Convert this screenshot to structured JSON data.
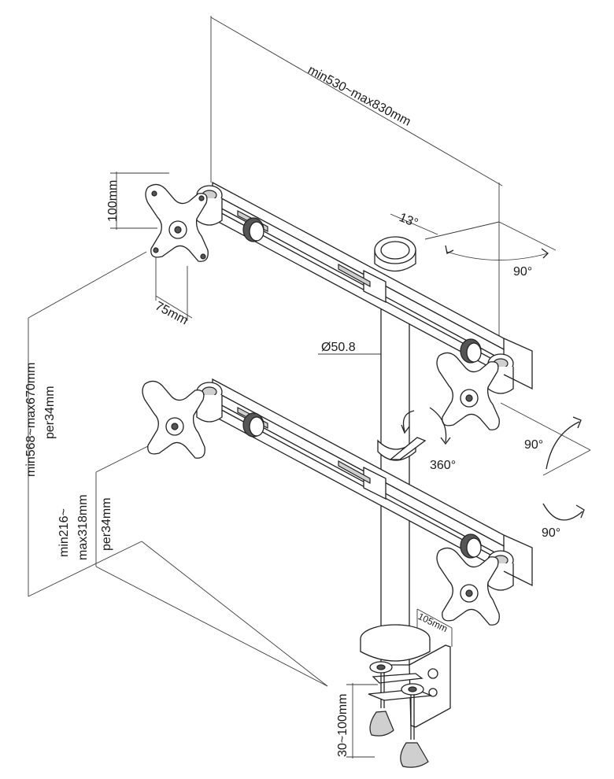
{
  "diagram": {
    "dimensions": {
      "arm_span": "min530~max830mm",
      "vesa_height": "100mm",
      "vesa_width": "75mm",
      "tilt_angle": "13°",
      "pan_angle": "90°",
      "pole_diameter": "Ø50.8",
      "pole_height_line1": "min568~max670mm",
      "pole_height_line2": "per34mm",
      "lower_arm_line1": "min216~",
      "lower_arm_line2": "max318mm",
      "lower_arm_line3": "per34mm",
      "rotation_angle": "360°",
      "swivel_angle_upper": "90°",
      "swivel_angle_lower": "90°",
      "clamp_width": "105mm",
      "clamp_range": "30~100mm"
    }
  }
}
